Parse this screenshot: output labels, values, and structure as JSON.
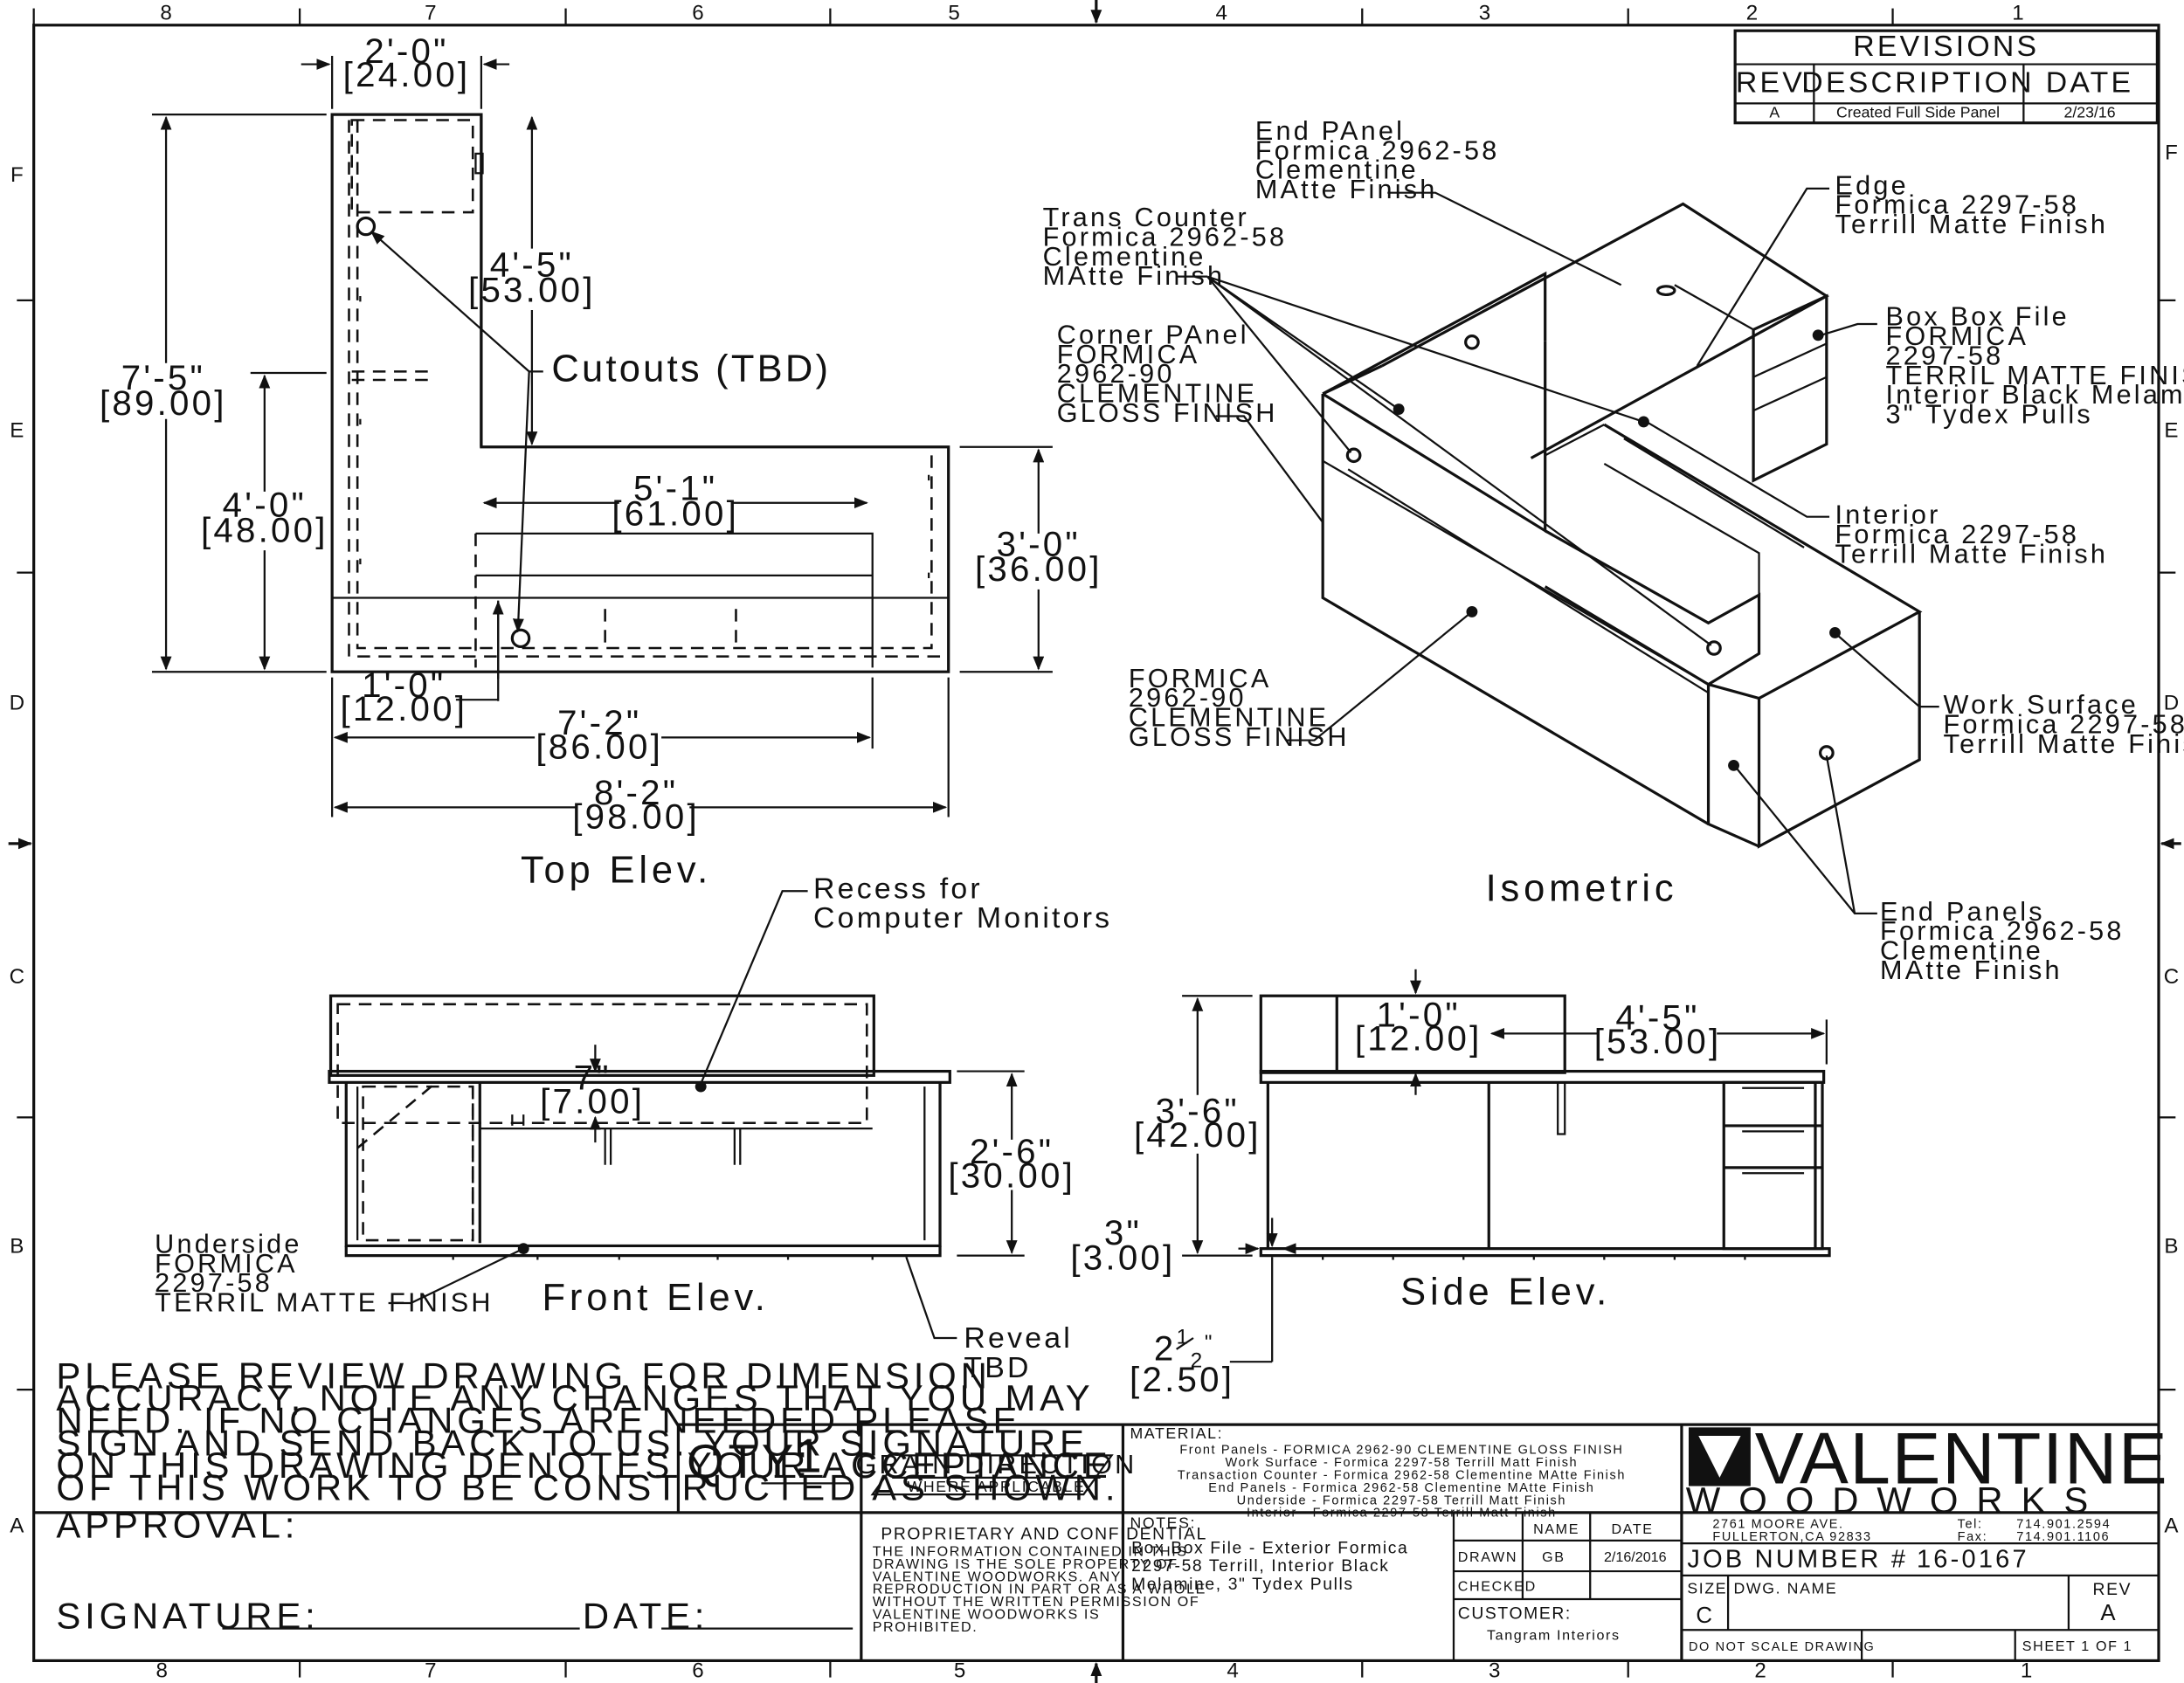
{
  "border": {
    "columns": [
      "8",
      "7",
      "6",
      "5",
      "4",
      "3",
      "2",
      "1"
    ],
    "rows": [
      "F",
      "E",
      "D",
      "C",
      "B",
      "A"
    ]
  },
  "revisions": {
    "title": "REVISIONS",
    "headers": [
      "REV.",
      "DESCRIPTION",
      "DATE"
    ],
    "rows": [
      {
        "rev": "A",
        "description": "Created Full Side Panel",
        "date": "2/23/16"
      }
    ]
  },
  "top_elev": {
    "title": "Top Elev.",
    "dims": {
      "width_24_ft": "2'-0\"",
      "width_24_in": "[24.00]",
      "h89_ft": "7'-5\"",
      "h89_in": "[89.00]",
      "h48_ft": "4'-0\"",
      "h48_in": "[48.00]",
      "h53_ft": "4'-5\"",
      "h53_in": "[53.00]",
      "w61_ft": "5'-1\"",
      "w61_in": "[61.00]",
      "h36_ft": "3'-0\"",
      "h36_in": "[36.00]",
      "w12_ft": "1'-0\"",
      "w12_in": "[12.00]",
      "w86_ft": "7'-2\"",
      "w86_in": "[86.00]",
      "w98_ft": "8'-2\"",
      "w98_in": "[98.00]"
    },
    "cutouts_label": "Cutouts (TBD)"
  },
  "isometric": {
    "title": "Isometric",
    "callouts": {
      "end_panel": [
        "End PAnel",
        "Formica 2962-58",
        "Clementine",
        "MAtte Finish"
      ],
      "trans_counter": [
        "Trans Counter",
        "Formica 2962-58",
        "Clementine",
        "MAtte Finish"
      ],
      "corner_panel": [
        "Corner PAnel",
        "FORMICA",
        "2962-90",
        "CLEMENTINE",
        "GLOSS FINISH"
      ],
      "front_formica": [
        "FORMICA",
        "2962-90",
        "CLEMENTINE",
        "GLOSS FINISH"
      ],
      "edge": [
        "Edge",
        "Formica 2297-58",
        "Terrill Matte Finish"
      ],
      "box_file": [
        "Box Box File",
        "FORMICA",
        "2297-58",
        "TERRIL MATTE FINISH",
        "Interior Black Melamine",
        "3\" Tydex Pulls"
      ],
      "interior": [
        "Interior",
        "Formica 2297-58",
        "Terrill Matte Finish"
      ],
      "work_surface": [
        "Work Surface",
        "Formica 2297-58",
        "Terrill Matte Finish"
      ],
      "end_panels": [
        "End Panels",
        "Formica 2962-58",
        "Clementine",
        "MAtte Finish"
      ]
    }
  },
  "front_elev": {
    "title": "Front Elev.",
    "recess": [
      "Recess for",
      "Computer Monitors"
    ],
    "dims": {
      "h7_ft": "7\"",
      "h7_in": "[7.00]",
      "h30_ft": "2'-6\"",
      "h30_in": "[30.00]"
    },
    "underside": [
      "Underside",
      "FORMICA",
      "2297-58",
      "TERRIL MATTE FINISH"
    ],
    "reveal": [
      "Reveal",
      "TBD"
    ]
  },
  "side_elev": {
    "title": "Side Elev.",
    "dims": {
      "h42_ft": "3'-6\"",
      "h42_in": "[42.00]",
      "w12_ft": "1'-0\"",
      "w12_in": "[12.00]",
      "w53_ft": "4'-5\"",
      "w53_in": "[53.00]",
      "h3_ft": "3\"",
      "h3_in": "[3.00]",
      "h25_whole": "2",
      "h25_num": "1",
      "h25_den": "2",
      "h25_in": "[2.50]"
    }
  },
  "title_block": {
    "review_note": [
      "PLEASE REVIEW DRAWING FOR DIMENSION",
      "ACCURACY, NOTE ANY CHANGES THAT YOU MAY",
      "NEED. IF NO CHANGES ARE NEEDED PLEASE",
      "SIGN AND SEND BACK TO US. YOUR SIGNATURE",
      "ON THIS DRAWING DENOTES YOUR ACCEPTANCE",
      "OF THIS WORK TO BE CONSTRUCTED AS SHOWN."
    ],
    "approval": "APPROVAL:",
    "signature": "SIGNATURE:",
    "date_label": "DATE:",
    "qty_label": "QTY:",
    "qty_value": "1",
    "grain_direction": "GRAIN DIRECTION",
    "where_applicable": "WHERE APPLICABLE",
    "proprietary_title": "PROPRIETARY AND CONFIDENTIAL",
    "proprietary_text": [
      "THE INFORMATION CONTAINED IN THIS",
      "DRAWING IS THE SOLE PROPERTY OF",
      "VALENTINE WOODWORKS.  ANY",
      "REPRODUCTION IN PART OR AS A WHOLE",
      "WITHOUT THE WRITTEN PERMISSION OF",
      "VALENTINE WOODWORKS IS",
      "PROHIBITED."
    ],
    "material_label": "MATERIAL:",
    "material_lines": [
      "Front Panels - FORMICA 2962-90 CLEMENTINE GLOSS FINISH",
      "Work Surface - Formica 2297-58 Terrill Matt Finish",
      "Transaction Counter - Formica 2962-58 Clementine MAtte Finish",
      "End Panels - Formica 2962-58 Clementine MAtte Finish",
      "Underside - Formica 2297-58 Terrill Matt Finish",
      "Interior - Formica 2297-58 Terrill Matt Finish"
    ],
    "notes_label": "NOTES:",
    "notes_lines": [
      "Box Box File - Exterior Formica",
      "2297-58 Terrill, Interior Black",
      "Melamine, 3\" Tydex Pulls"
    ],
    "name_header": "NAME",
    "date_header": "DATE",
    "drawn_label": "DRAWN",
    "drawn_name": "GB",
    "drawn_date": "2/16/2016",
    "checked_label": "CHECKED",
    "customer_label": "CUSTOMER:",
    "customer_name": "Tangram Interiors",
    "company_name": "VALENTINE",
    "company_sub": "WOODWORKS",
    "address1": "2761 MOORE AVE.",
    "address2": "FULLERTON,CA 92833",
    "tel_label": "Tel:",
    "tel": "714.901.2594",
    "fax_label": "Fax:",
    "fax": "714.901.1106",
    "job_label": "JOB NUMBER #",
    "job_number": "16-0167",
    "size_label": "SIZE",
    "size_value": "C",
    "dwg_label": "DWG.  NAME",
    "rev_label": "REV",
    "rev_value": "A",
    "do_not_scale": "DO NOT SCALE DRAWING",
    "sheet": "SHEET 1 OF 1"
  }
}
